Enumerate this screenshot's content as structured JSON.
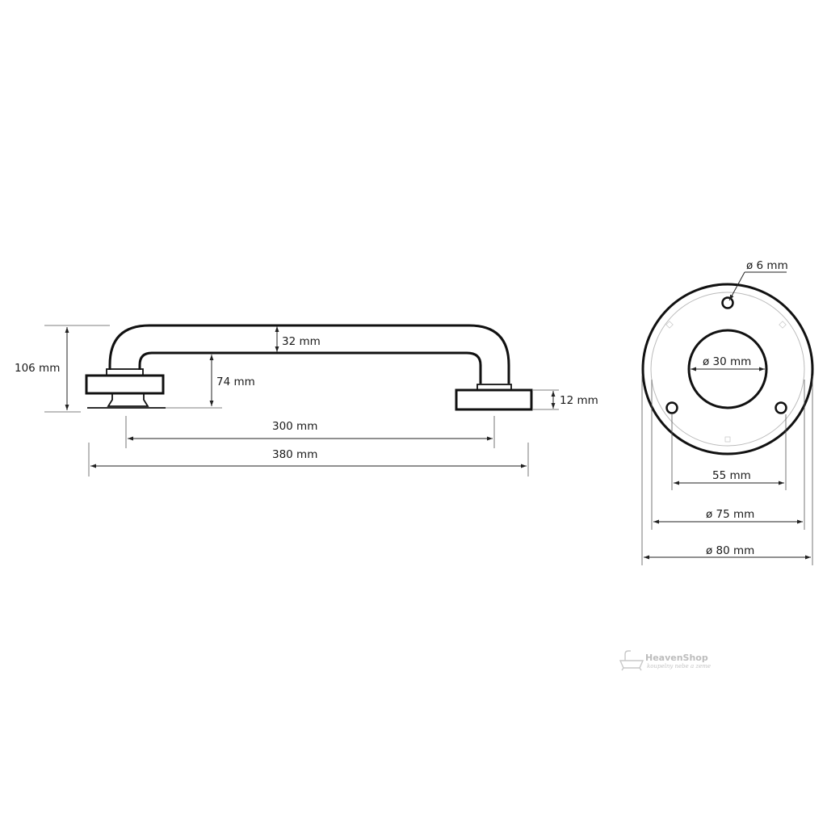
{
  "side_view": {
    "dims": {
      "overall_height": "106 mm",
      "tube_diameter": "32 mm",
      "inner_height": "74 mm",
      "base_thickness": "12 mm",
      "center_distance": "300 mm",
      "overall_length": "380 mm"
    }
  },
  "front_view": {
    "dims": {
      "hole_diameter": "ø 6 mm",
      "inner_diameter": "ø 30 mm",
      "hole_spacing": "55 mm",
      "plate_diameter": "ø 75 mm",
      "outer_diameter": "ø 80 mm"
    }
  },
  "logo": {
    "name": "HeavenShop",
    "tagline": "koupelny nebe a zeme"
  }
}
